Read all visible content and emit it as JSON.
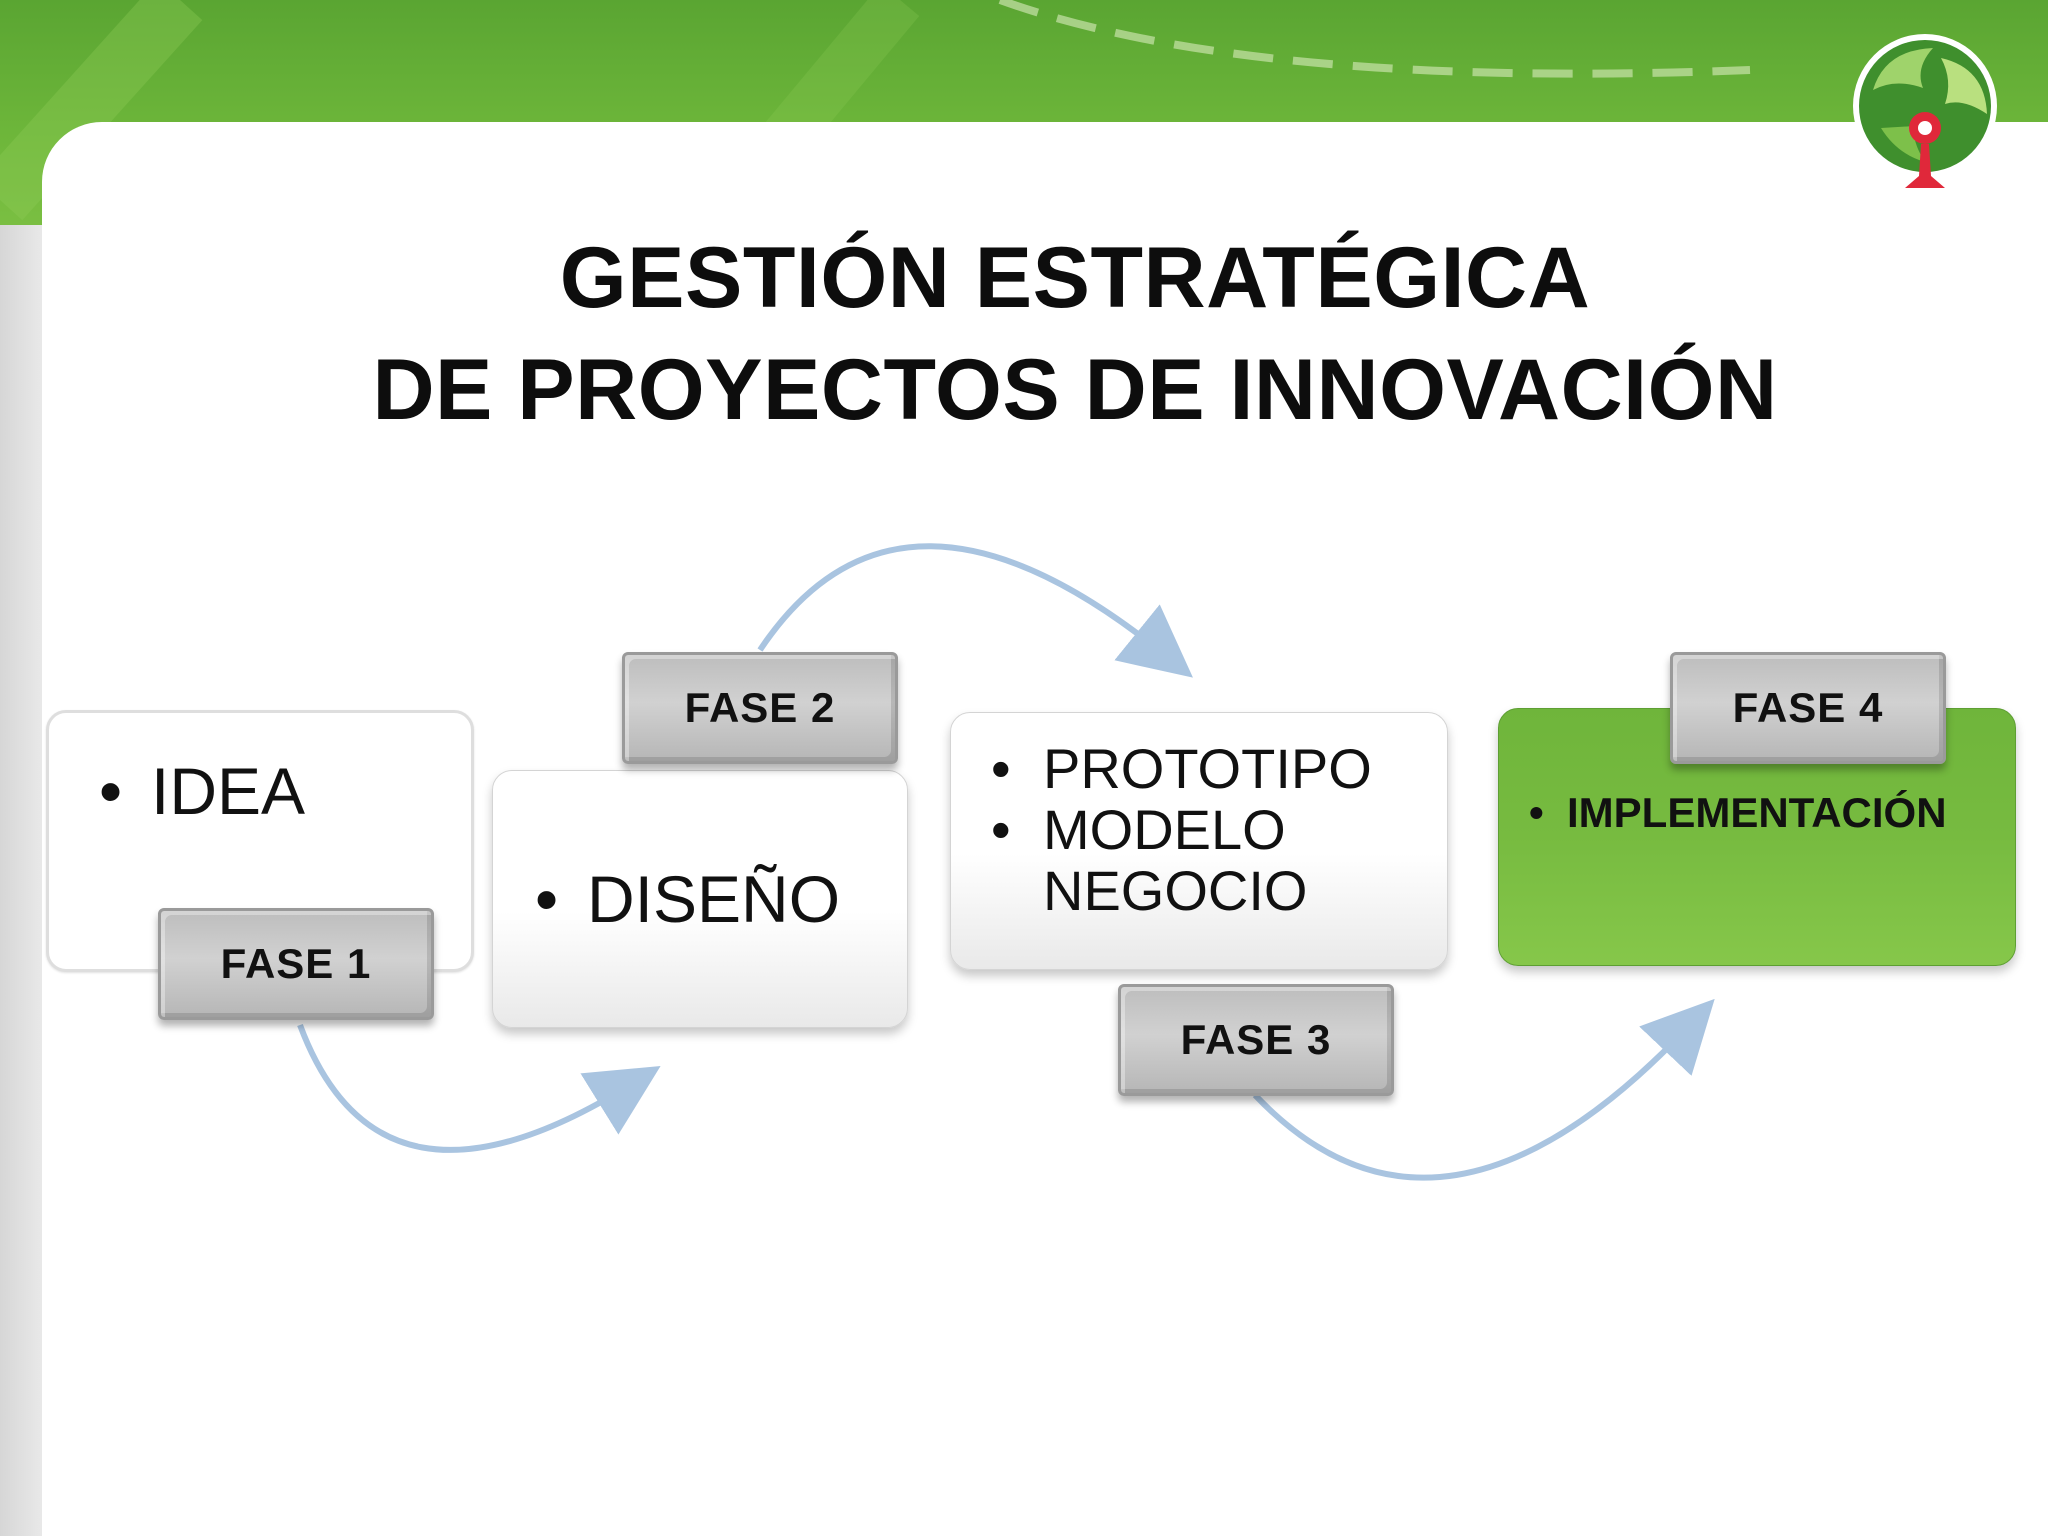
{
  "slide": {
    "title_line1": "GESTIÓN ESTRATÉGICA",
    "title_line2": "DE PROYECTOS DE INNOVACIÓN"
  },
  "phases": [
    {
      "label": "FASE 1",
      "items": [
        "IDEA"
      ]
    },
    {
      "label": "FASE 2",
      "items": [
        "DISEÑO"
      ]
    },
    {
      "label": "FASE 3",
      "items": [
        "PROTOTIPO",
        "MODELO NEGOCIO"
      ]
    },
    {
      "label": "FASE 4",
      "items": [
        "IMPLEMENTACIÓN"
      ]
    }
  ],
  "colors": {
    "header_green": "#6db63a",
    "phase4_green": "#77bb40",
    "arrow_blue": "#a9c4e0",
    "fase_gray": "#c4c4c4"
  }
}
